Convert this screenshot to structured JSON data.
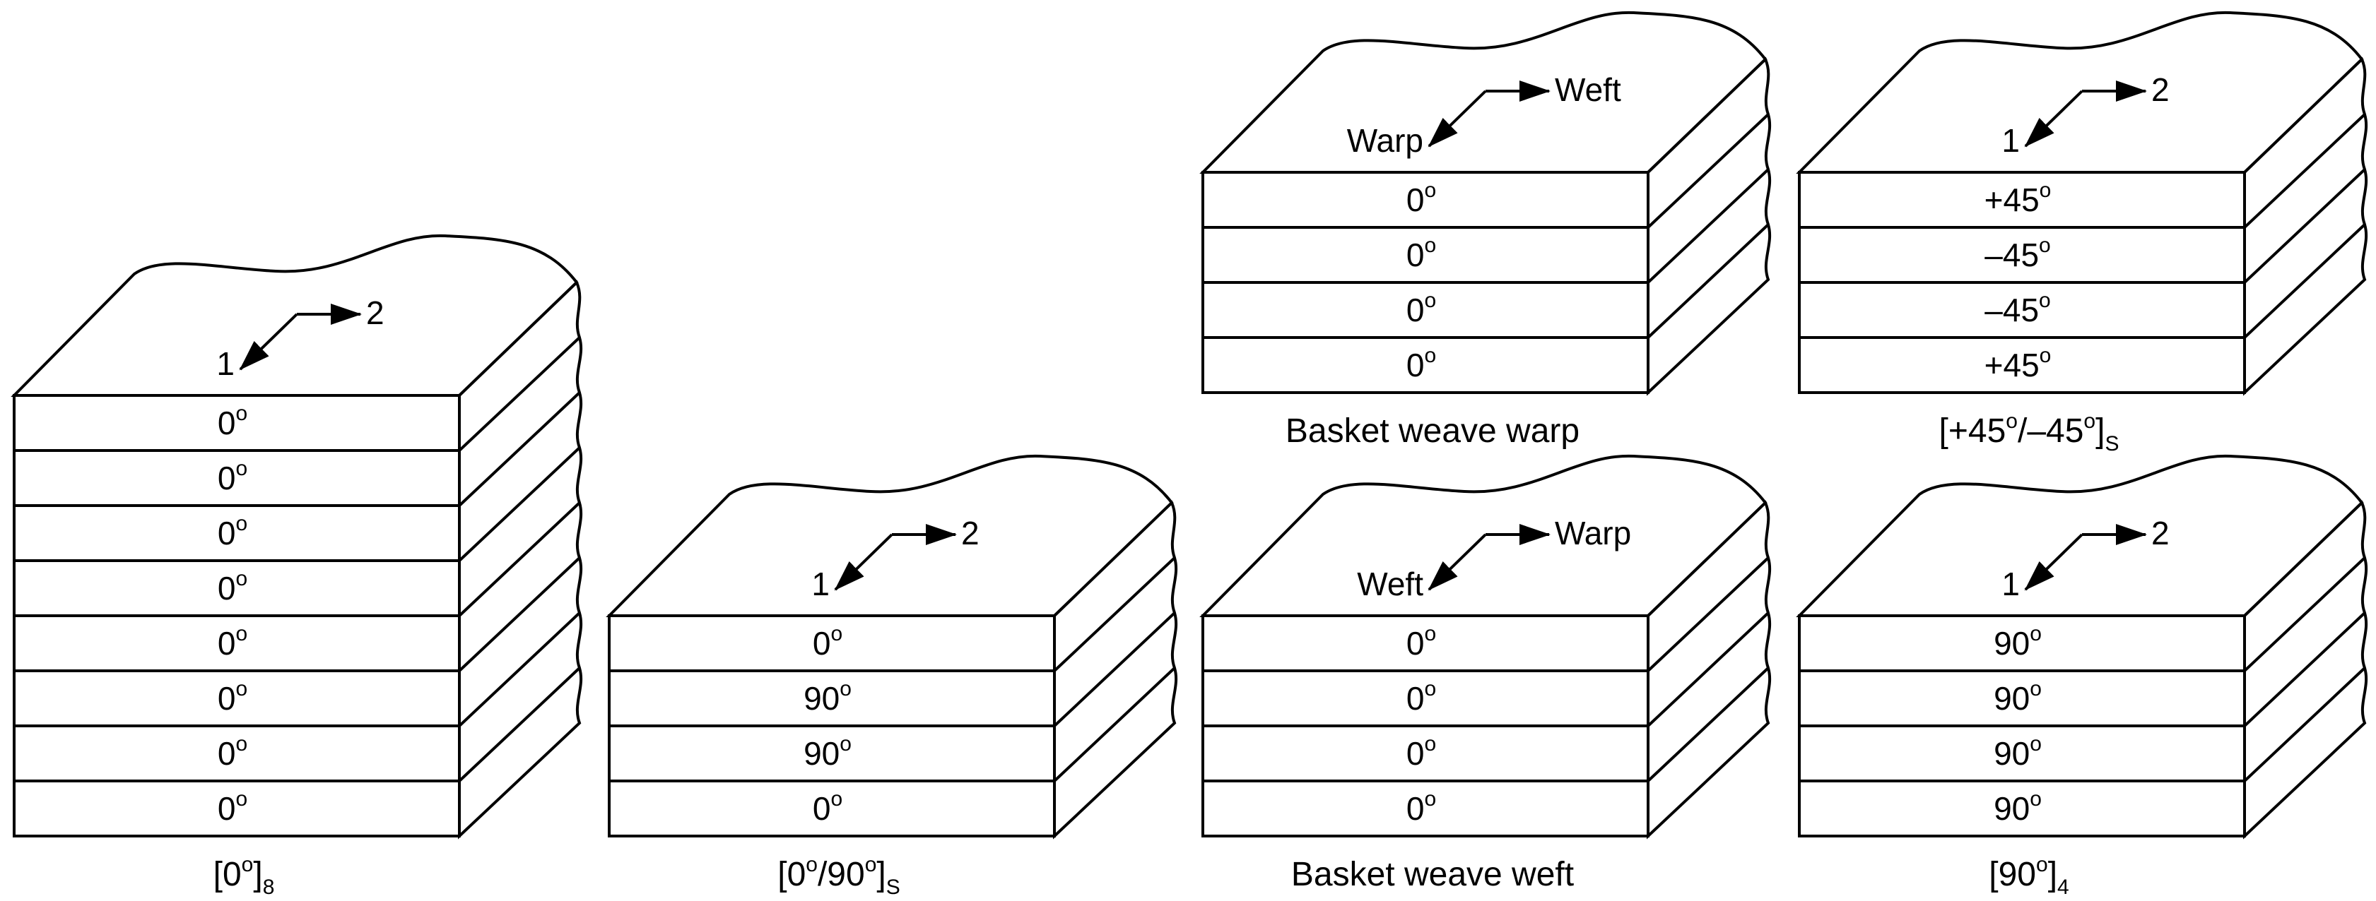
{
  "laminates": [
    {
      "id": "unidirectional-0",
      "axes": {
        "first": "1",
        "second": "2"
      },
      "plies": [
        "0",
        "0",
        "0",
        "0",
        "0",
        "0",
        "0",
        "0"
      ],
      "caption": {
        "pre": "[0",
        "mid": "]",
        "sub": "8"
      }
    },
    {
      "id": "cross-ply",
      "axes": {
        "first": "1",
        "second": "2"
      },
      "plies": [
        "0",
        "90",
        "90",
        "0"
      ],
      "caption": {
        "pre": "[0",
        "mid": "/90",
        "post": "]",
        "sub": "S"
      }
    },
    {
      "id": "basket-weave-warp",
      "axes": {
        "first": "Warp",
        "second": "Weft"
      },
      "plies": [
        "0",
        "0",
        "0",
        "0"
      ],
      "caption": {
        "text": "Basket weave warp"
      }
    },
    {
      "id": "basket-weave-weft",
      "axes": {
        "first": "Weft",
        "second": "Warp"
      },
      "plies": [
        "0",
        "0",
        "0",
        "0"
      ],
      "caption": {
        "text": "Basket weave weft"
      }
    },
    {
      "id": "angle-ply",
      "axes": {
        "first": "1",
        "second": "2"
      },
      "plies": [
        "+45",
        "–45",
        "–45",
        "+45"
      ],
      "caption": {
        "pre": "[+45",
        "mid": "/–45",
        "post": "]",
        "sub": "S"
      }
    },
    {
      "id": "transverse-90",
      "axes": {
        "first": "1",
        "second": "2"
      },
      "plies": [
        "90",
        "90",
        "90",
        "90"
      ],
      "caption": {
        "pre": "[90",
        "mid": "]",
        "sub": "4"
      }
    }
  ],
  "degree_mark": "o"
}
